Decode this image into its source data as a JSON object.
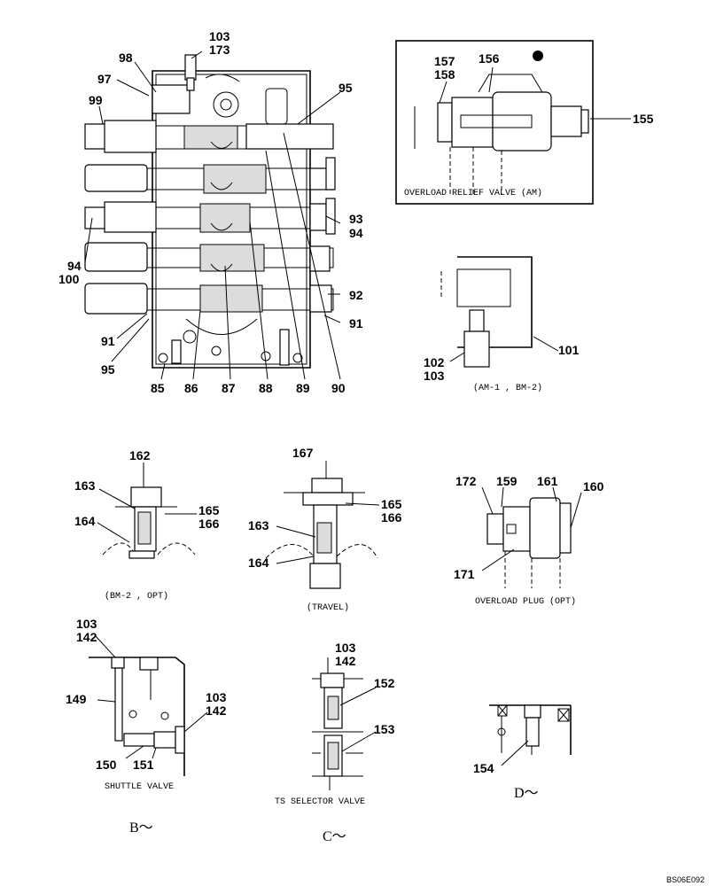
{
  "diagram_code": "BS06E092",
  "main_valve": {
    "labels": {
      "l103": "103",
      "l173": "173",
      "l98": "98",
      "l97": "97",
      "l99": "99",
      "l95a": "95",
      "l93": "93",
      "l94a": "94",
      "l94b": "94",
      "l100": "100",
      "l92": "92",
      "l91a": "91",
      "l91b": "91",
      "l95b": "95",
      "l85": "85",
      "l86": "86",
      "l87": "87",
      "l88": "88",
      "l89": "89",
      "l90": "90"
    }
  },
  "overload_relief": {
    "caption": "OVERLOAD  RELIEF  VALVE (AM)",
    "labels": {
      "l157": "157",
      "l158": "158",
      "l156": "156",
      "l155": "155"
    }
  },
  "am_bm": {
    "caption": "(AM-1 , BM-2)",
    "labels": {
      "l101": "101",
      "l102": "102",
      "l103": "103"
    }
  },
  "bm2_opt": {
    "caption": "(BM-2 , OPT)",
    "labels": {
      "l162": "162",
      "l163": "163",
      "l164": "164",
      "l165": "165",
      "l166": "166"
    }
  },
  "travel": {
    "caption": "(TRAVEL)",
    "labels": {
      "l167": "167",
      "l163": "163",
      "l164": "164",
      "l165": "165",
      "l166": "166"
    }
  },
  "overload_plug": {
    "caption": "OVERLOAD  PLUG (OPT)",
    "labels": {
      "l172": "172",
      "l159": "159",
      "l161": "161",
      "l160": "160",
      "l171": "171"
    }
  },
  "shuttle_valve": {
    "caption": "SHUTTLE  VALVE",
    "view": "B～",
    "labels": {
      "l103a": "103",
      "l142a": "142",
      "l149": "149",
      "l103b": "103",
      "l142b": "142",
      "l150": "150",
      "l151": "151"
    }
  },
  "ts_selector": {
    "caption": "TS  SELECTOR  VALVE",
    "view": "C～",
    "labels": {
      "l103": "103",
      "l142": "142",
      "l152": "152",
      "l153": "153"
    }
  },
  "view_d": {
    "view": "D～",
    "labels": {
      "l154": "154"
    }
  }
}
